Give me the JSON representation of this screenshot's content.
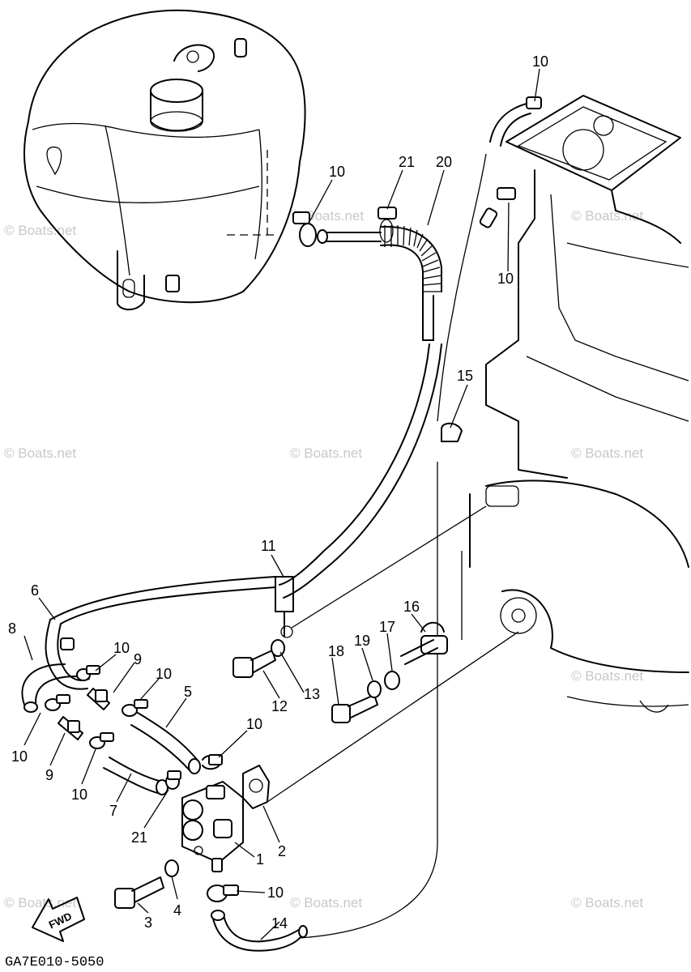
{
  "diagram_code": "GA7E010-5050",
  "fwd_label": "FWD",
  "watermark": "© Boats.net",
  "callouts": [
    {
      "id": "c10a",
      "text": "10"
    },
    {
      "id": "c21a",
      "text": "21"
    },
    {
      "id": "c20",
      "text": "20"
    },
    {
      "id": "c10b",
      "text": "10"
    },
    {
      "id": "c10c",
      "text": "10"
    },
    {
      "id": "c15",
      "text": "15"
    },
    {
      "id": "c11",
      "text": "11"
    },
    {
      "id": "c6",
      "text": "6"
    },
    {
      "id": "c8",
      "text": "8"
    },
    {
      "id": "c10d",
      "text": "10"
    },
    {
      "id": "c9a",
      "text": "9"
    },
    {
      "id": "c10e",
      "text": "10"
    },
    {
      "id": "c5",
      "text": "5"
    },
    {
      "id": "c12",
      "text": "12"
    },
    {
      "id": "c13",
      "text": "13"
    },
    {
      "id": "c18",
      "text": "18"
    },
    {
      "id": "c19",
      "text": "19"
    },
    {
      "id": "c17",
      "text": "17"
    },
    {
      "id": "c16",
      "text": "16"
    },
    {
      "id": "c10f",
      "text": "10"
    },
    {
      "id": "c9b",
      "text": "9"
    },
    {
      "id": "c10g",
      "text": "10"
    },
    {
      "id": "c10h",
      "text": "10"
    },
    {
      "id": "c7",
      "text": "7"
    },
    {
      "id": "c21b",
      "text": "21"
    },
    {
      "id": "c2",
      "text": "2"
    },
    {
      "id": "c1",
      "text": "1"
    },
    {
      "id": "c10i",
      "text": "10"
    },
    {
      "id": "c4",
      "text": "4"
    },
    {
      "id": "c3",
      "text": "3"
    },
    {
      "id": "c14",
      "text": "14"
    }
  ]
}
